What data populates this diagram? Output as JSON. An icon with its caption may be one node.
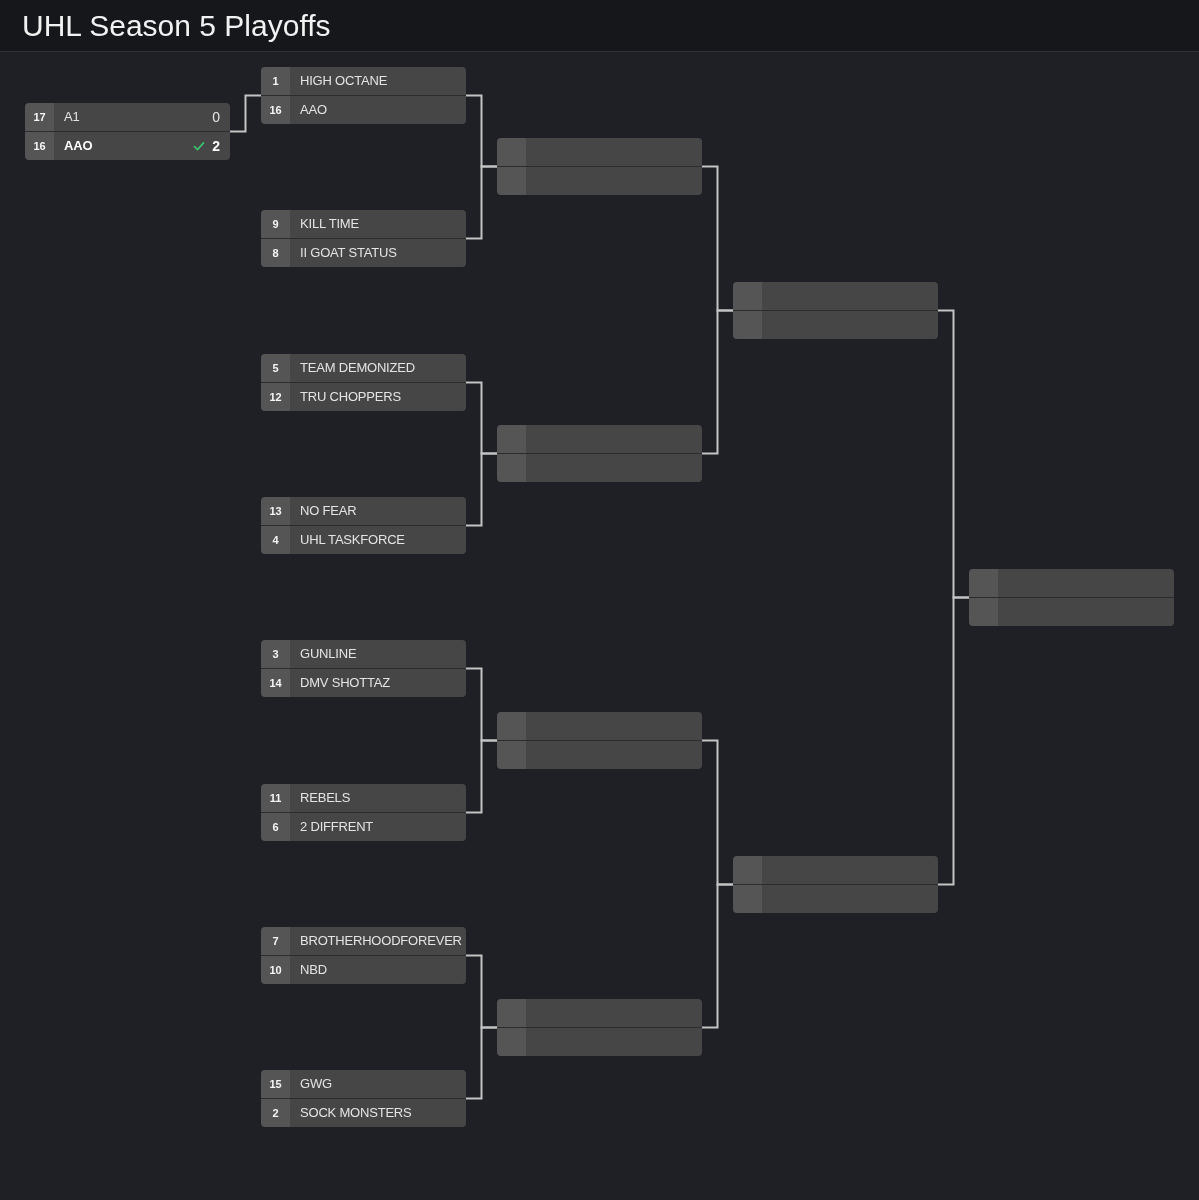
{
  "diagram": {
    "title": "UHL Season 5 Playoffs",
    "nodes": [
      {
        "text": [
          "17",
          "A1",
          "0",
          "16",
          "AAO",
          "2"
        ]
      },
      {
        "text": [
          "1",
          "HIGH OCTANE",
          "16",
          "AAO"
        ]
      },
      {
        "text": [
          "9",
          "KILL TIME",
          "8",
          "II GOAT STATUS"
        ]
      },
      {
        "text": [
          "5",
          "TEAM DEMONIZED",
          "12",
          "TRU CHOPPERS"
        ]
      },
      {
        "text": [
          "13",
          "NO FEAR",
          "4",
          "UHL TASKFORCE"
        ]
      },
      {
        "text": [
          "3",
          "GUNLINE",
          "14",
          "DMV SHOTTAZ"
        ]
      },
      {
        "text": [
          "11",
          "REBELS",
          "6",
          "2 DIFFRENT"
        ]
      },
      {
        "text": [
          "7",
          "BROTHERHOODFOREVER",
          "10",
          "NBD"
        ]
      },
      {
        "text": [
          "15",
          "GWG",
          "2",
          "SOCK MONSTERS"
        ]
      },
      {
        "text": [],
        "shape": "box"
      },
      {
        "text": [],
        "shape": "box"
      },
      {
        "text": [],
        "shape": "box"
      },
      {
        "text": [],
        "shape": "box"
      },
      {
        "text": [],
        "shape": "box"
      },
      {
        "text": [],
        "shape": "box"
      },
      {
        "text": [],
        "shape": "box"
      }
    ],
    "edges": [
      {
        "from": 0,
        "to": 1,
        "arrow": "none"
      },
      {
        "from": 1,
        "to": 9,
        "arrow": "none"
      },
      {
        "from": 2,
        "to": 9,
        "arrow": "none"
      },
      {
        "from": 3,
        "to": 10,
        "arrow": "none"
      },
      {
        "from": 4,
        "to": 10,
        "arrow": "none"
      },
      {
        "from": 5,
        "to": 11,
        "arrow": "none"
      },
      {
        "from": 6,
        "to": 11,
        "arrow": "none"
      },
      {
        "from": 7,
        "to": 12,
        "arrow": "none"
      },
      {
        "from": 8,
        "to": 12,
        "arrow": "none"
      },
      {
        "from": 9,
        "to": 13,
        "arrow": "none"
      },
      {
        "from": 10,
        "to": 13,
        "arrow": "none"
      },
      {
        "from": 11,
        "to": 14,
        "arrow": "none"
      },
      {
        "from": 12,
        "to": 14,
        "arrow": "none"
      },
      {
        "from": 13,
        "to": 15,
        "arrow": "none"
      },
      {
        "from": 14,
        "to": 15,
        "arrow": "none"
      }
    ]
  }
}
